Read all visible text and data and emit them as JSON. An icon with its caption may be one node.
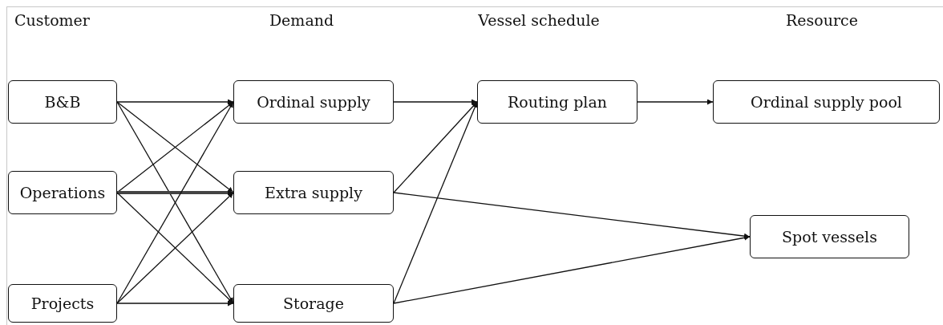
{
  "diagram": {
    "nodes": [
      {
        "text": [
          "B&B"
        ]
      },
      {
        "text": [
          "Operations"
        ]
      },
      {
        "text": [
          "Projects"
        ]
      },
      {
        "text": [
          "Ordinal supply"
        ]
      },
      {
        "text": [
          "Extra supply"
        ]
      },
      {
        "text": [
          "Storage"
        ]
      },
      {
        "text": [
          "Routing plan"
        ]
      },
      {
        "text": [
          "Ordinal supply pool"
        ]
      },
      {
        "text": [
          "Spot vessels"
        ]
      }
    ],
    "edges": [
      {
        "from": 0,
        "to": 3,
        "arrow": "to"
      },
      {
        "from": 0,
        "to": 4,
        "arrow": "to"
      },
      {
        "from": 0,
        "to": 5,
        "arrow": "to"
      },
      {
        "from": 1,
        "to": 3,
        "arrow": "to"
      },
      {
        "from": 1,
        "to": 4,
        "arrow": "to",
        "style": "thick"
      },
      {
        "from": 1,
        "to": 5,
        "arrow": "to"
      },
      {
        "from": 2,
        "to": 3,
        "arrow": "to"
      },
      {
        "from": 2,
        "to": 4,
        "arrow": "to"
      },
      {
        "from": 2,
        "to": 5,
        "arrow": "to"
      },
      {
        "from": 3,
        "to": 6,
        "arrow": "to"
      },
      {
        "from": 4,
        "to": 6,
        "arrow": "to"
      },
      {
        "from": 5,
        "to": 6,
        "arrow": "to"
      },
      {
        "from": 6,
        "to": 7,
        "arrow": "to"
      },
      {
        "from": 4,
        "to": 8,
        "arrow": "to"
      },
      {
        "from": 5,
        "to": 8,
        "arrow": "to"
      }
    ],
    "labels": [
      "Customer",
      "Demand",
      "Vessel schedule",
      "Resource"
    ]
  }
}
